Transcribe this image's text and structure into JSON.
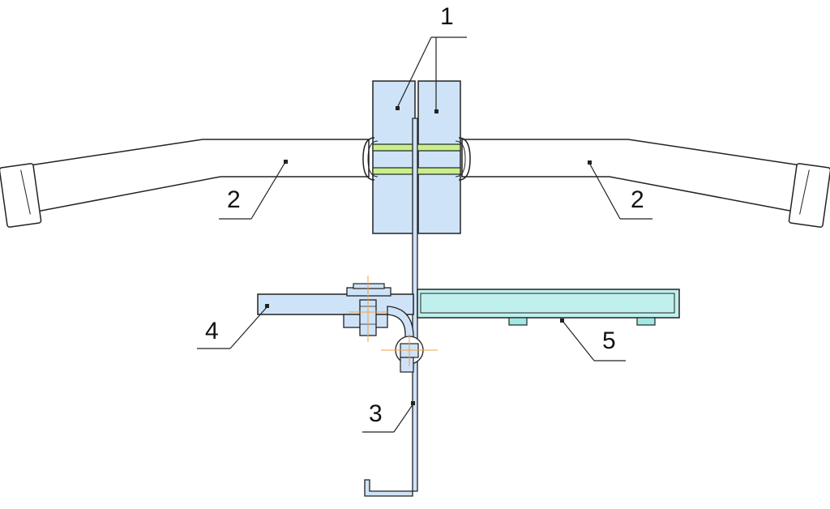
{
  "diagram": {
    "callouts": {
      "c1": "1",
      "c2_left": "2",
      "c2_right": "2",
      "c3": "3",
      "c4": "4",
      "c5": "5"
    }
  },
  "colors": {
    "part_fill": "#cfe3f8",
    "tray_fill": "#bff0ee",
    "pad_fill": "#9fe8e4",
    "spacer_fill": "#c8f08a",
    "centerline": "#f0a040",
    "stroke": "#222222"
  }
}
